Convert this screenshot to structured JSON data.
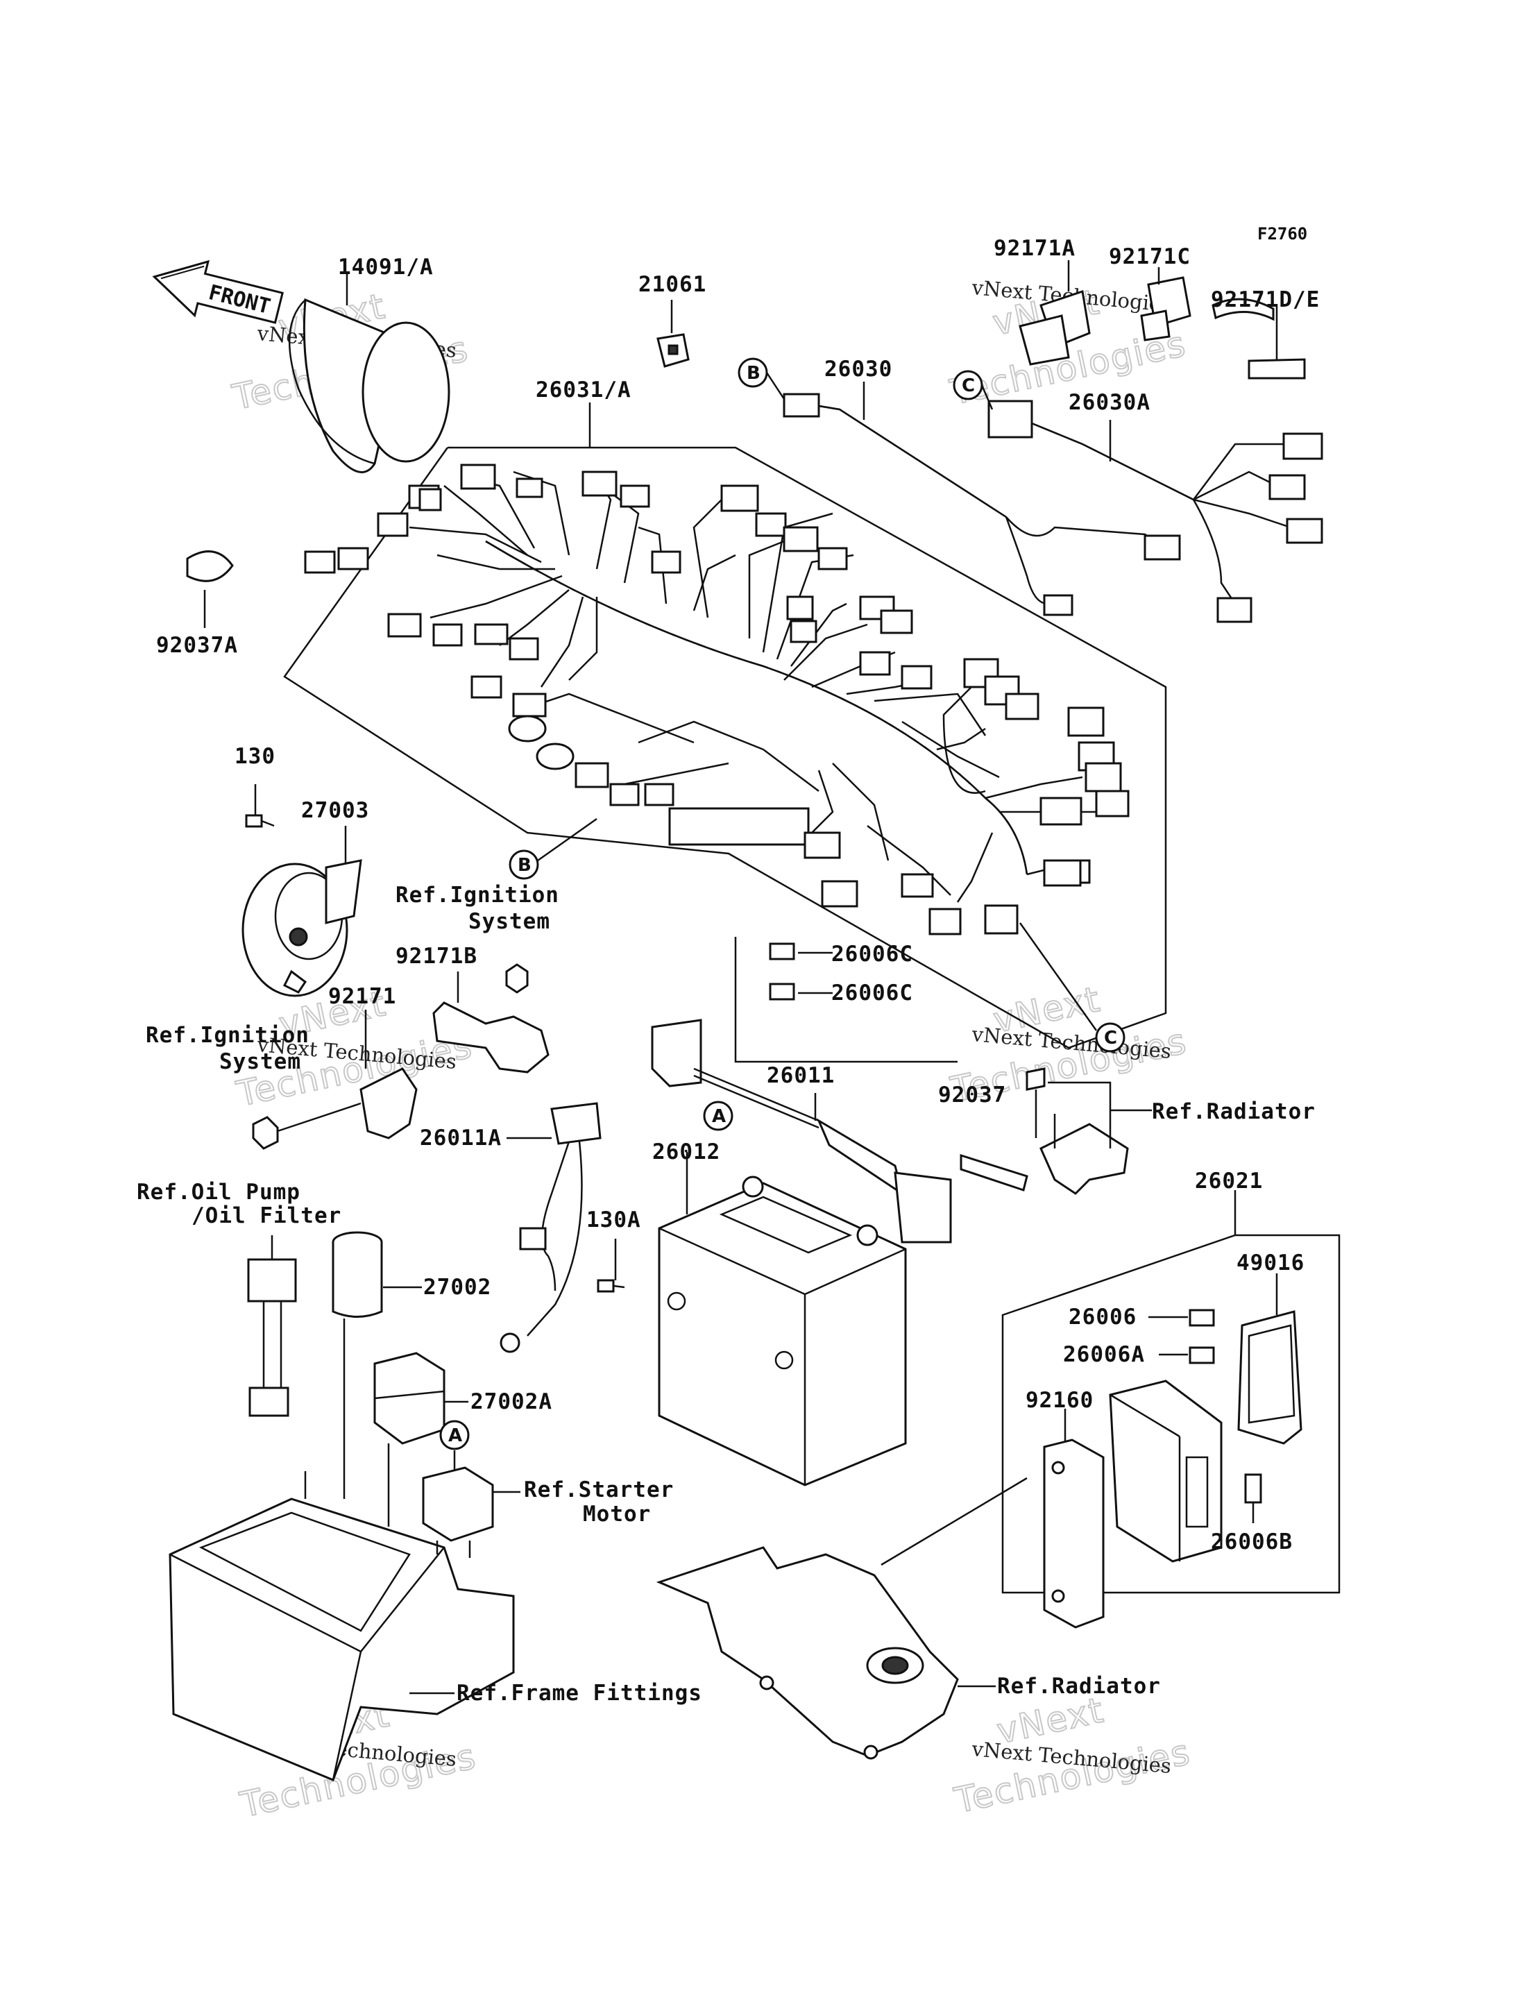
{
  "figure_code": "F2760",
  "front_arrow": "FRONT",
  "parts": {
    "p14091": "14091/A",
    "p21061": "21061",
    "p92171A": "92171A",
    "p92171C": "92171C",
    "p92171DE": "92171D/E",
    "p26030": "26030",
    "p26030A": "26030A",
    "p26031": "26031/A",
    "p92037A": "92037A",
    "p130": "130",
    "p27003": "27003",
    "p92171B": "92171B",
    "p92171": "92171",
    "p26006C_1": "26006C",
    "p26006C_2": "26006C",
    "p26011": "26011",
    "p26011A": "26011A",
    "p92037": "92037",
    "p26012": "26012",
    "p130A": "130A",
    "p27002": "27002",
    "p27002A": "27002A",
    "p26021": "26021",
    "p49016": "49016",
    "p26006": "26006",
    "p26006A": "26006A",
    "p92160": "92160",
    "p26006B": "26006B"
  },
  "refs": {
    "ignition_1_l1": "Ref.Ignition",
    "ignition_1_l2": "System",
    "ignition_2_l1": "Ref.Ignition",
    "ignition_2_l2": "System",
    "radiator_1": "Ref.Radiator",
    "radiator_2": "Ref.Radiator",
    "oil_l1": "Ref.Oil Pump",
    "oil_l2": "/Oil Filter",
    "starter_l1": "Ref.Starter",
    "starter_l2": "Motor",
    "frame": "Ref.Frame Fittings"
  },
  "callouts": {
    "b1": "B",
    "c1": "C",
    "b2": "B",
    "c2": "C",
    "a1": "A",
    "a2": "A"
  },
  "watermark": {
    "company": "vNext Technologies",
    "big_1": "vNext",
    "big_2": "Technologies"
  }
}
